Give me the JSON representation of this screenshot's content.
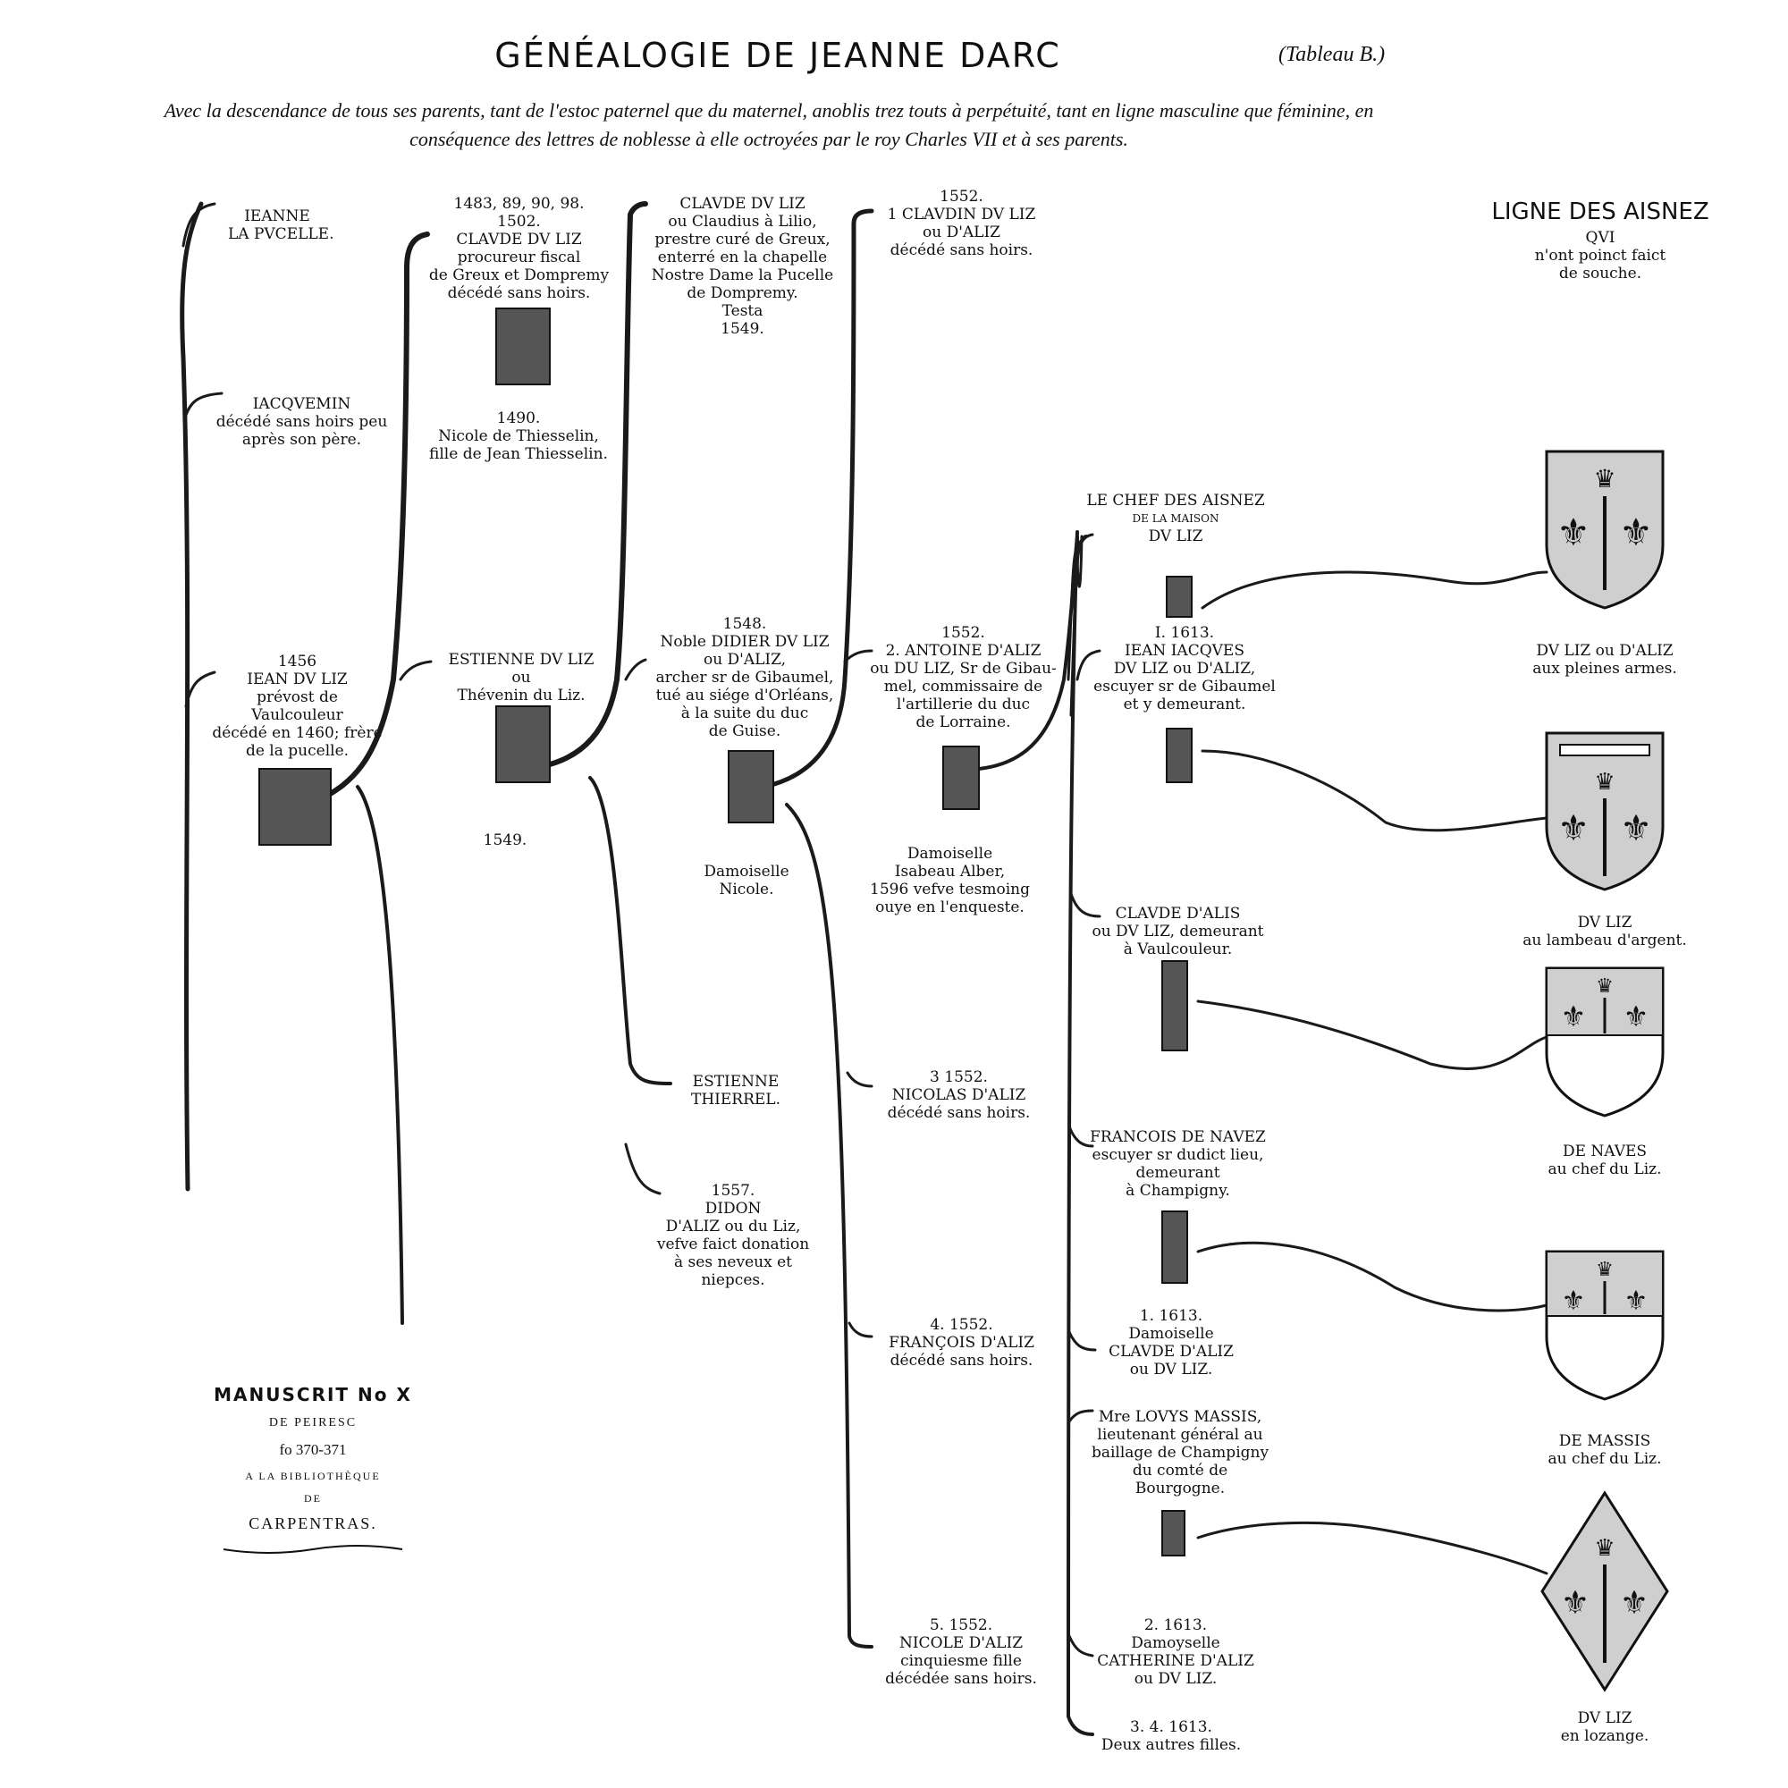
{
  "header": {
    "title": "GÉNÉALOGIE DE JEANNE DARC",
    "tableau": "(Tableau B.)",
    "subtitle_line1": "Avec la descendance de tous ses parents, tant de l'estoc paternel que du maternel, anoblis trez touts à perpétuité, tant en ligne masculine que féminine, en",
    "subtitle_line2": "conséquence des lettres de noblesse à elle octroyées par le roy Charles VII et à ses parents."
  },
  "col1": {
    "jeanne": [
      "IEANNE",
      "LA PVCELLE."
    ],
    "iacqvemin": [
      "IACQVEMIN",
      "décédé sans hoirs peu",
      "après son père."
    ],
    "iean": [
      "1456",
      "IEAN DV LIZ",
      "prévost de",
      "Vaulcouleur",
      "décédé en 1460; frère",
      "de la pucelle."
    ]
  },
  "col2": {
    "clavde": [
      "1483, 89, 90, 98.",
      "1502.",
      "CLAVDE DV LIZ",
      "procureur fiscal",
      "de Greux et Dompremy",
      "décédé sans hoirs."
    ],
    "nicole": [
      "1490.",
      "Nicole de Thiesselin,",
      "fille de Jean Thiesselin."
    ],
    "estienne": [
      "ESTIENNE DV LIZ",
      "ou",
      "Thévenin du Liz."
    ],
    "year": "1549."
  },
  "col3": {
    "clavde": [
      "CLAVDE DV LIZ",
      "ou Claudius à Lilio,",
      "prestre curé de Greux,",
      "enterré en la chapelle",
      "Nostre Dame la Pucelle",
      "de Dompremy.",
      "Testa",
      "1549."
    ],
    "didier": [
      "1548.",
      "Noble DIDIER DV LIZ",
      "ou D'ALIZ,",
      "archer sr de Gibaumel,",
      "tué au siége d'Orléans,",
      "à la suite du duc",
      "de Guise."
    ],
    "damoiselle": [
      "Damoiselle",
      "Nicole."
    ],
    "estienne_t": [
      "ESTIENNE",
      "THIERREL."
    ],
    "didon": [
      "1557.",
      "DIDON",
      "D'ALIZ ou du Liz,",
      "vefve faict donation",
      "à ses neveux et",
      "niepces."
    ]
  },
  "col4": {
    "clavdin": [
      "1552.",
      "1  CLAVDIN DV LIZ",
      "ou D'ALIZ",
      "décédé sans hoirs."
    ],
    "antoine": [
      "1552.",
      "2. ANTOINE D'ALIZ",
      "ou DU LIZ, Sr de Gibau-",
      "mel, commissaire de",
      "l'artillerie du duc",
      "de Lorraine."
    ],
    "isabeau": [
      "Damoiselle",
      "Isabeau Alber,",
      "1596 vefve tesmoing",
      "ouye en l'enqueste."
    ],
    "nicolas": [
      "3        1552.",
      "NICOLAS D'ALIZ",
      "décédé sans hoirs."
    ],
    "francois": [
      "4.      1552.",
      "FRANÇOIS D'ALIZ",
      "décédé sans hoirs."
    ],
    "nicole": [
      "5.      1552.",
      "NICOLE D'ALIZ",
      "cinquiesme fille",
      "décédée sans hoirs."
    ]
  },
  "col5": {
    "chef": [
      "LE CHEF DES AISNEZ",
      "DE LA MAISON",
      "DV LIZ"
    ],
    "iean_iacques": [
      "I.          1613.",
      "IEAN IACQVES",
      "DV LIZ ou D'ALIZ,",
      "escuyer sr de Gibaumel",
      "et y demeurant."
    ],
    "clavde": [
      "CLAVDE D'ALIS",
      "ou DV LIZ, demeurant",
      "à Vaulcouleur."
    ],
    "francois": [
      "FRANCOIS DE NAVEZ",
      "escuyer sr dudict lieu,",
      "demeurant",
      "à Champigny."
    ],
    "clavde2": [
      "1.       1613.",
      "Damoiselle",
      "CLAVDE D'ALIZ",
      "ou DV LIZ."
    ],
    "massis": [
      "Mre LOVYS MASSIS,",
      "lieutenant général au",
      "baillage de Champigny",
      "du comté de",
      "Bourgogne."
    ],
    "catherine": [
      "2.          1613.",
      "Damoyselle",
      "CATHERINE D'ALIZ",
      "ou DV LIZ."
    ],
    "autres": [
      "3. 4.     1613.",
      "Deux autres filles."
    ]
  },
  "aisnez": {
    "title": "LIGNE DES AISNEZ",
    "lines": [
      "QVI",
      "n'ont poinct faict",
      "de souche."
    ]
  },
  "arms": [
    {
      "lines": [
        "DV LIZ ou D'ALIZ",
        "aux pleines armes."
      ]
    },
    {
      "lines": [
        "DV LIZ",
        "au lambeau d'argent."
      ]
    },
    {
      "lines": [
        "DE NAVES",
        "au chef du Liz."
      ]
    },
    {
      "lines": [
        "DE MASSIS",
        "au chef du Liz."
      ]
    },
    {
      "lines": [
        "DV LIZ",
        "en lozange."
      ]
    }
  ],
  "manuscrit": {
    "line1": "MANUSCRIT No X",
    "line2": "DE PEIRESC",
    "line3": "fo 370-371",
    "line4": "A LA BIBLIOTHÈQUE",
    "line5": "DE",
    "line6": "CARPENTRAS."
  }
}
